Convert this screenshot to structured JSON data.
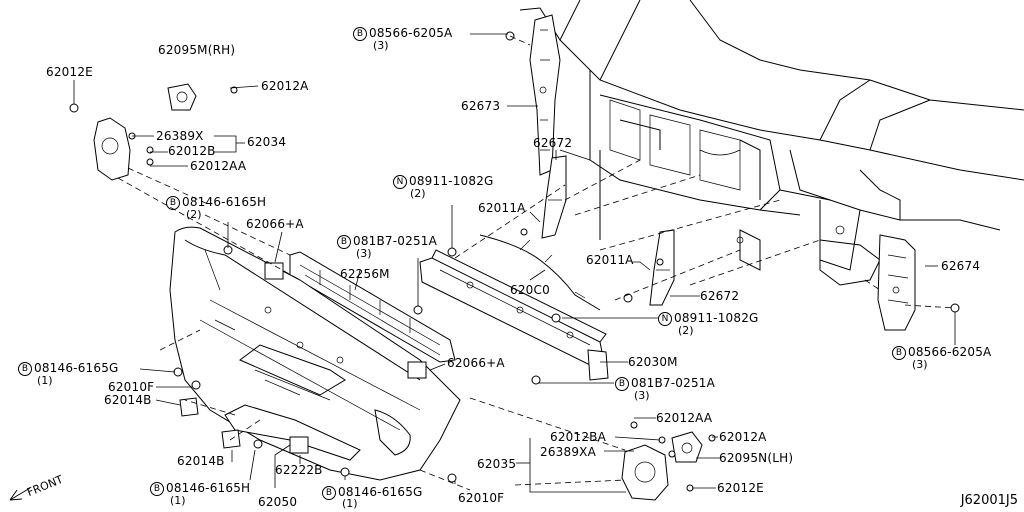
{
  "diagram_id": "J62001J5",
  "front_label": "FRONT",
  "callouts": [
    {
      "key": "c1",
      "code": "08566-6205A",
      "prefix": "B",
      "qty": "(3)"
    },
    {
      "key": "c2",
      "code": "62095M(RH)"
    },
    {
      "key": "c3",
      "code": "62012E"
    },
    {
      "key": "c4",
      "code": "62012A"
    },
    {
      "key": "c5",
      "code": "62673"
    },
    {
      "key": "c6",
      "code": "26389X"
    },
    {
      "key": "c7",
      "code": "62034"
    },
    {
      "key": "c8",
      "code": "62012B"
    },
    {
      "key": "c9",
      "code": "62012AA"
    },
    {
      "key": "c10",
      "code": "62672"
    },
    {
      "key": "c11",
      "code": "08911-1082G",
      "prefix": "N",
      "qty": "(2)"
    },
    {
      "key": "c12",
      "code": "08146-6165H",
      "prefix": "B",
      "qty": "(2)"
    },
    {
      "key": "c13",
      "code": "62066+A"
    },
    {
      "key": "c14",
      "code": "62011A"
    },
    {
      "key": "c15",
      "code": "081B7-0251A",
      "prefix": "B",
      "qty": "(3)"
    },
    {
      "key": "c16",
      "code": "62256M"
    },
    {
      "key": "c17",
      "code": "620C0"
    },
    {
      "key": "c18",
      "code": "62011A"
    },
    {
      "key": "c19",
      "code": "62674"
    },
    {
      "key": "c20",
      "code": "62672"
    },
    {
      "key": "c21",
      "code": "08911-1082G",
      "prefix": "N",
      "qty": "(2)"
    },
    {
      "key": "c22",
      "code": "08566-6205A",
      "prefix": "B",
      "qty": "(3)"
    },
    {
      "key": "c23",
      "code": "08146-6165G",
      "prefix": "B",
      "qty": "(1)"
    },
    {
      "key": "c24",
      "code": "62066+A"
    },
    {
      "key": "c25",
      "code": "62030M"
    },
    {
      "key": "c26",
      "code": "62010F"
    },
    {
      "key": "c27",
      "code": "62014B"
    },
    {
      "key": "c28",
      "code": "081B7-0251A",
      "prefix": "B",
      "qty": "(3)"
    },
    {
      "key": "c29",
      "code": "62012AA"
    },
    {
      "key": "c30",
      "code": "62012BA"
    },
    {
      "key": "c31",
      "code": "62012A"
    },
    {
      "key": "c32",
      "code": "26389XA"
    },
    {
      "key": "c33",
      "code": "62035"
    },
    {
      "key": "c34",
      "code": "62095N(LH)"
    },
    {
      "key": "c35",
      "code": "62014B"
    },
    {
      "key": "c36",
      "code": "62222B"
    },
    {
      "key": "c37",
      "code": "62012E"
    },
    {
      "key": "c38",
      "code": "08146-6165H",
      "prefix": "B",
      "qty": "(1)"
    },
    {
      "key": "c39",
      "code": "62050"
    },
    {
      "key": "c40",
      "code": "08146-6165G",
      "prefix": "B",
      "qty": "(1)"
    },
    {
      "key": "c41",
      "code": "62010F"
    }
  ]
}
